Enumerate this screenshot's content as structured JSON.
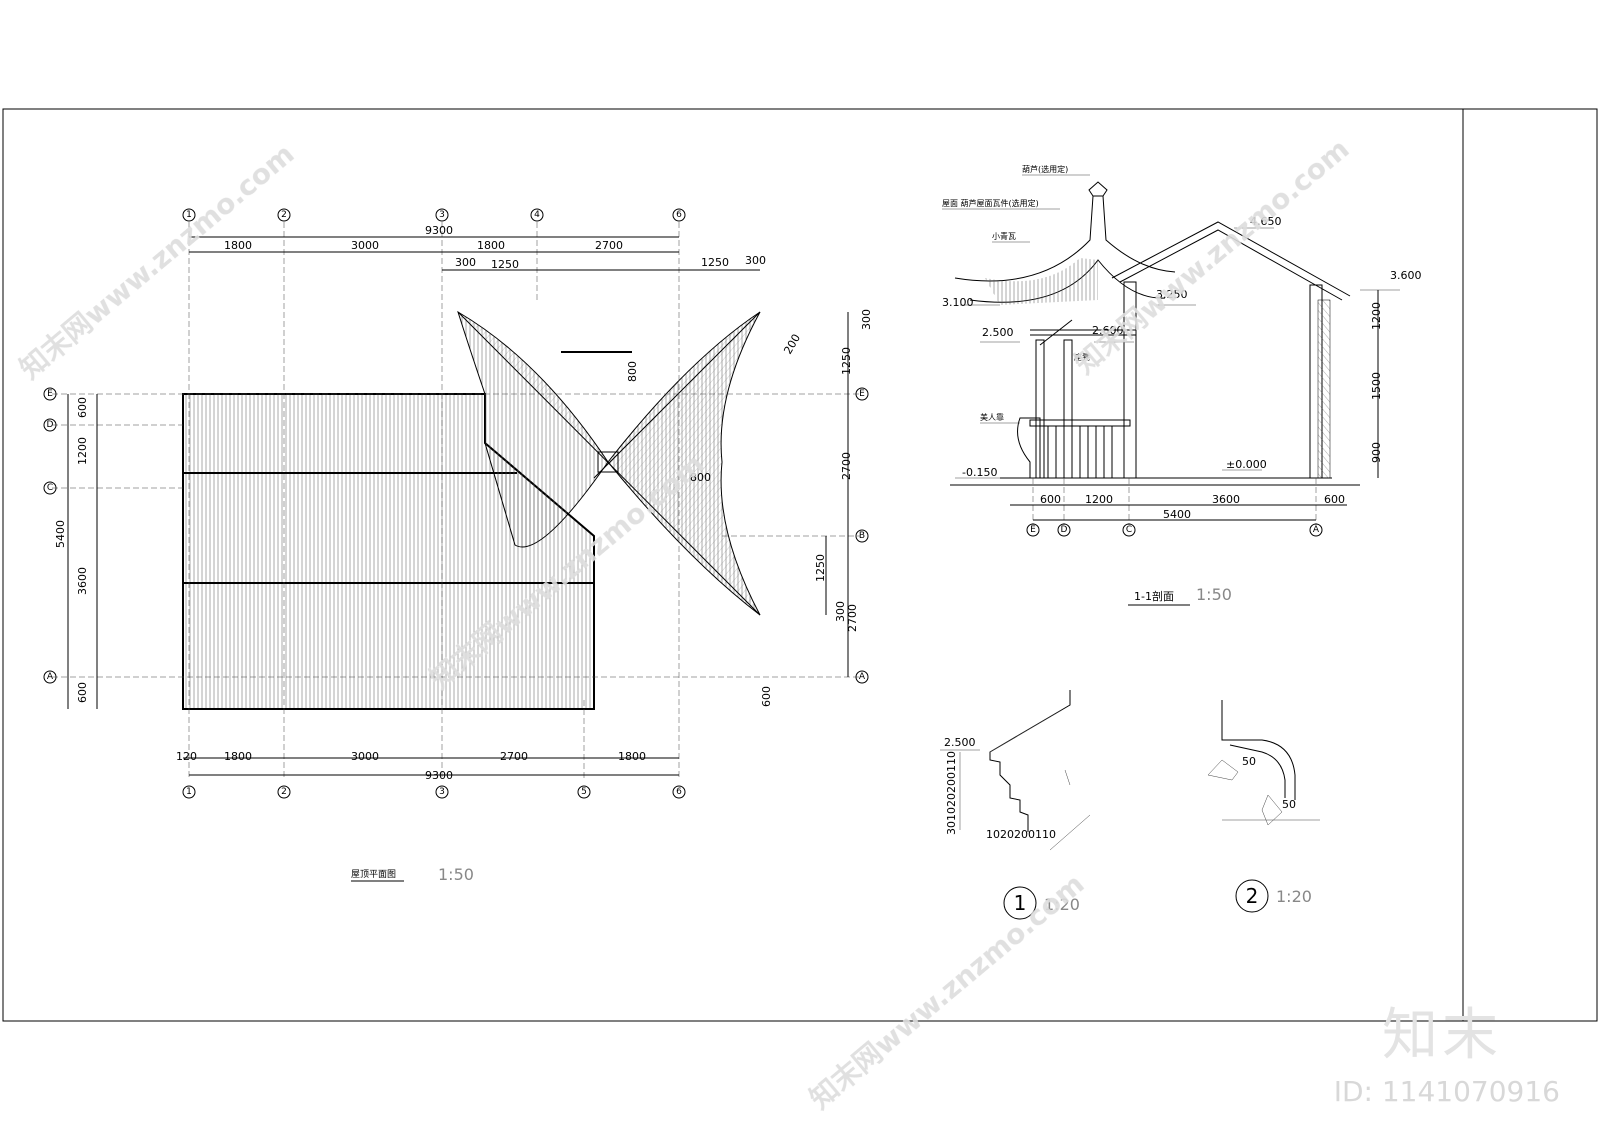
{
  "plan": {
    "top_axes": [
      "1",
      "2",
      "3",
      "4",
      "6"
    ],
    "bottom_axes": [
      "1",
      "2",
      "3",
      "5",
      "6"
    ],
    "left_axes": [
      "E",
      "D",
      "C",
      "A"
    ],
    "right_axes": [
      "E",
      "B",
      "A"
    ],
    "top_total": "9300",
    "top_dims": [
      "1800",
      "3000",
      "1800",
      "2700"
    ],
    "top_sub_dims": [
      "300",
      "1250",
      "1250",
      "300"
    ],
    "bottom_total": "9300",
    "bottom_dims": [
      "1800",
      "3000",
      "2700",
      "1800"
    ],
    "bottom_offset": "120",
    "left_dims": [
      "600",
      "1200",
      "5400",
      "3600",
      "600"
    ],
    "right_dims": [
      "300",
      "1250",
      "2700",
      "1250",
      "300",
      "2700",
      "600"
    ],
    "pav_dims": [
      "800",
      "800",
      "200"
    ],
    "title": "屋顶平面图",
    "scale": "1:50"
  },
  "section": {
    "title": "1-1剖面",
    "scale": "1:50",
    "elevations": [
      "4.650",
      "3.600",
      "3.250",
      "3.100",
      "2.600",
      "2.500",
      "-0.150",
      "±0.000"
    ],
    "notes": [
      "葫芦(选用定)",
      "屋面 葫芦屋面瓦件(选用定)",
      "小青瓦",
      "座凳",
      "美人靠"
    ],
    "axes": [
      "E",
      "D",
      "C",
      "A"
    ],
    "bottom_dims": [
      "600",
      "1200",
      "3600",
      "600"
    ],
    "bottom_total": "5400",
    "right_dims": [
      "1200",
      "1500",
      "900"
    ]
  },
  "details": [
    {
      "number": "1",
      "scale": "1:20",
      "elevation": "2.500",
      "dims": "301020200110",
      "dims2": "1020200110"
    },
    {
      "number": "2",
      "scale": "1:20",
      "labels": [
        "50",
        "50"
      ]
    }
  ],
  "watermark": {
    "site": "知末网www.znzmo.com",
    "logo": "知末",
    "id": "ID: 1141070916"
  }
}
